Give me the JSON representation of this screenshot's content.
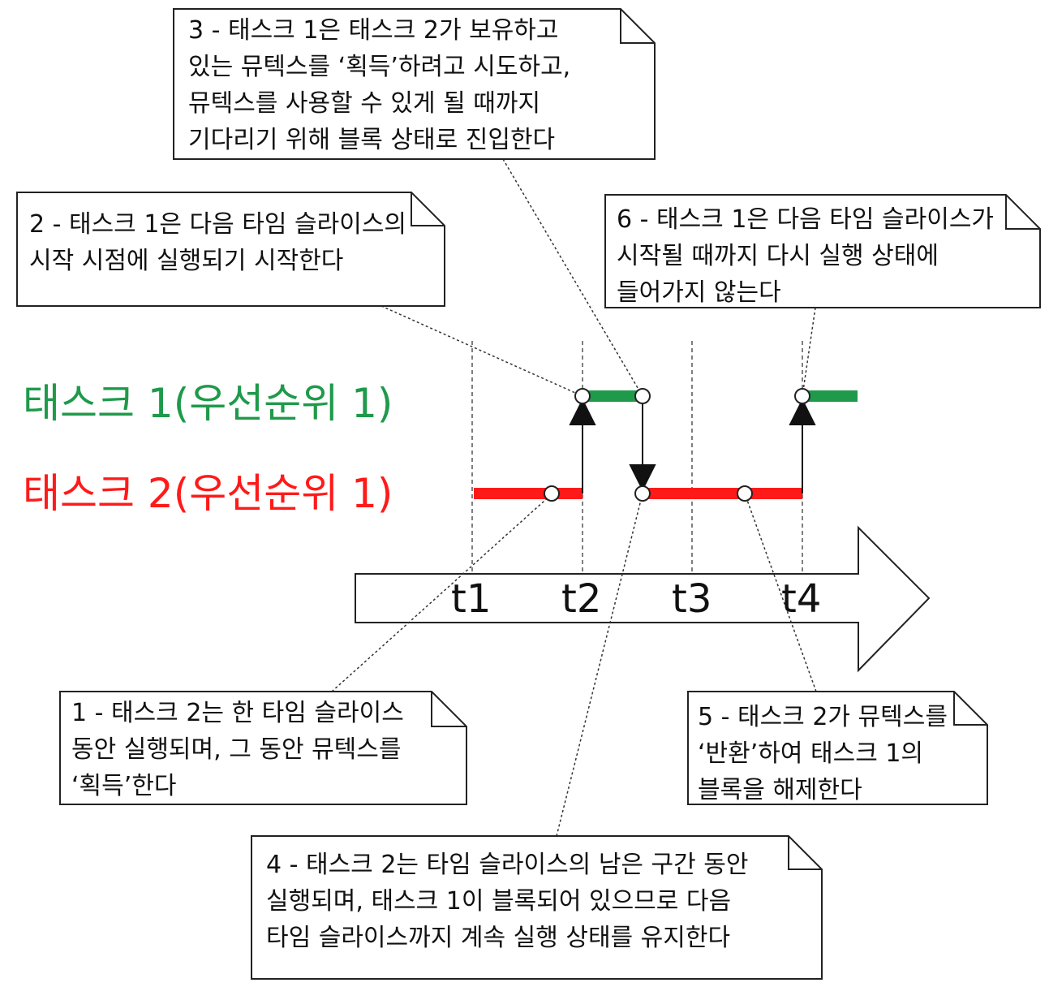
{
  "tasks": [
    {
      "label": "태스크 1(우선순위 1)",
      "color": "#1e9a4a"
    },
    {
      "label": "태스크 2(우선순위 1)",
      "color": "#ff1a1a"
    }
  ],
  "timeline": {
    "ticks": [
      "t1",
      "t2",
      "t3",
      "t4"
    ]
  },
  "notes": [
    {
      "text": "1 - 태스크 2는 한 타임 슬라이스\n동안 실행되며, 그 동안 뮤텍스를\n‘획득’한다"
    },
    {
      "text": "2 - 태스크 1은 다음 타임 슬라이스의\n시작 시점에 실행되기 시작한다"
    },
    {
      "text": "3 - 태스크 1은 태스크 2가 보유하고\n있는 뮤텍스를 ‘획득’하려고 시도하고,\n뮤텍스를 사용할 수 있게 될 때까지\n기다리기 위해 블록 상태로 진입한다"
    },
    {
      "text": "4 - 태스크 2는 타임 슬라이스의 남은 구간 동안\n실행되며, 태스크 1이 블록되어 있으므로 다음\n타임 슬라이스까지 계속 실행 상태를 유지한다"
    },
    {
      "text": "5 - 태스크 2가 뮤텍스를\n‘반환’하여 태스크 1의\n블록을 해제한다"
    },
    {
      "text": "6 - 태스크 1은 다음 타임 슬라이스가\n시작될 때까지 다시 실행 상태에\n들어가지 않는다"
    }
  ]
}
